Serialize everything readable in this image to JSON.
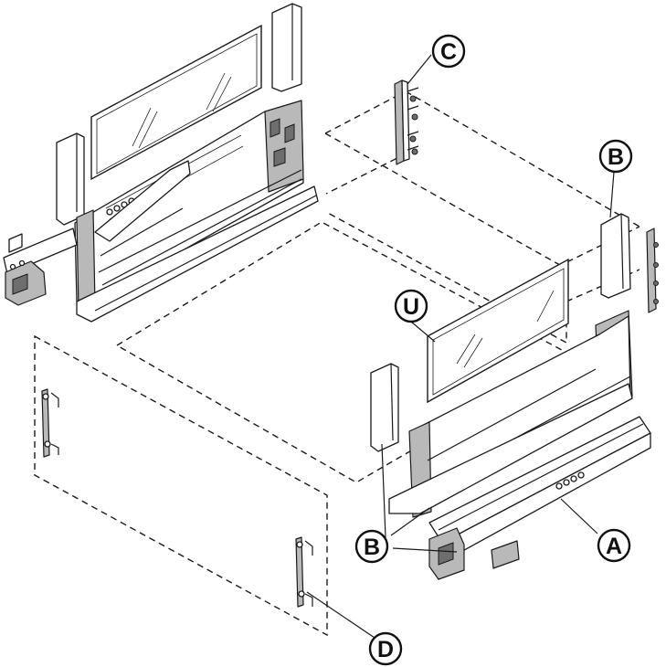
{
  "callouts": {
    "A": "A",
    "B_upper": "B",
    "B_lower": "B",
    "C": "C",
    "D": "D",
    "U": "U"
  },
  "colors": {
    "ink": "#1a1a1a",
    "metal_shade": "#b9b9b9",
    "background": "#ffffff"
  }
}
